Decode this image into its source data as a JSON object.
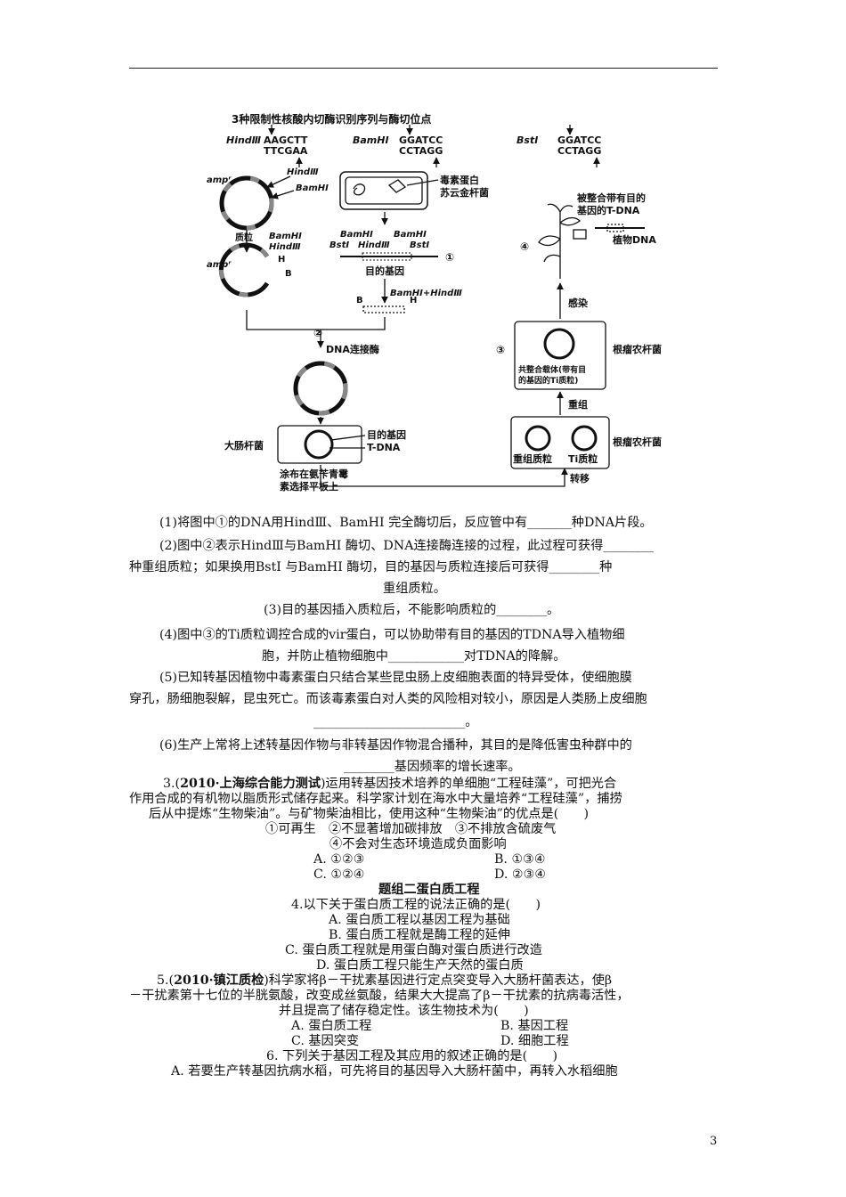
{
  "figure": {
    "title": "3种限制性核酸内切酶识别序列与酶切位点",
    "enzymes": [
      {
        "name": "HindⅢ",
        "top": "AAGCTT",
        "bottom": "TTCGAA"
      },
      {
        "name": "BamHⅠ",
        "top": "GGATCC",
        "bottom": "CCTAGG"
      },
      {
        "name": "BstⅠ",
        "top": "GGATCC",
        "bottom": "CCTAGG"
      }
    ],
    "labels": {
      "amp": "ampʳ",
      "hind3": "HindⅢ",
      "bamh1": "BamHⅠ",
      "bst1": "BstⅠ",
      "plasmid": "质粒",
      "toxin": "毒素蛋白",
      "agro_su": "苏云金杆菌",
      "target_gene": "目的基因",
      "circle1": "①",
      "circle2": "②",
      "circle3": "③",
      "circle4": "④",
      "double_digest": "BamHⅠ+HindⅢ",
      "H": "H",
      "B": "B",
      "ligase": "DNA连接酶",
      "ecoli": "大肠杆菌",
      "tdna": "T-DNA",
      "plate1": "涂布在氨苄青霉",
      "plate2": "素选择平板上",
      "transfer": "转移",
      "recomb_plasmid": "重组质粒",
      "ti_plasmid": "Ti质粒",
      "agrobacterium": "根瘤农杆菌",
      "recombine": "重组",
      "cointegrate1": "共整合载体(带有目",
      "cointegrate2": "的基因的Ti质粒)",
      "infect": "感染",
      "integrated1": "被整合带有目的",
      "integrated2": "基因的T-DNA",
      "plant_dna": "植物DNA"
    }
  },
  "questions": {
    "q1": "(1)将图中①的DNA用HindⅢ、BamHⅠ 完全酶切后，反应管中有_______种DNA片段。",
    "q2a": "(2)图中②表示HindⅢ与BamHⅠ 酶切、DNA连接酶连接的过程，此过程可获得________",
    "q2b": "种重组质粒；如果换用BstⅠ 与BamHⅠ 酶切，目的基因与质粒连接后可获得________种",
    "q2c": "重组质粒。",
    "q3": "(3)目的基因插入质粒后，不能影响质粒的________。",
    "q4a": "(4)图中③的Ti质粒调控合成的vir蛋白，可以协助带有目的基因的TDNA导入植物细",
    "q4b": "胞，并防止植物细胞中____________对TDNA的降解。",
    "q5a": "(5)已知转基因植物中毒素蛋白只结合某些昆虫肠上皮细胞表面的特异受体，使细胞膜",
    "q5b": "穿孔，肠细胞裂解，昆虫死亡。而该毒素蛋白对人类的风险相对较小，原因是人类肠上皮细胞",
    "q5c": "________________________。",
    "q6a": "(6)生产上常将上述转基因作物与非转基因作物混合播种，其目的是降低害虫种群中的",
    "q6b": "________基因频率的增长速率。"
  },
  "q3item": {
    "num": "3.(",
    "src": "2010·上海综合能力测试",
    "l1": ")运用转基因技术培养的单细胞“工程硅藻”，可把光合",
    "l2": "作用合成的有机物以脂质形式储存起来。科学家计划在海水中大量培养“工程硅藻”，捕捞",
    "l3": "后从中提炼“生物柴油”。与矿物柴油相比，使用这种“生物柴油”的优点是(　　)",
    "l4": "①可再生　②不显著增加碳排放　③不排放含硫废气",
    "l5": "④不会对生态环境造成负面影响",
    "A": "A. ①②③",
    "B": "B. ①③④",
    "C": "C. ①②④",
    "D": "D. ②③④"
  },
  "section": "题组二蛋白质工程",
  "q4item": {
    "stem": "4.以下关于蛋白质工程的说法正确的是(　　)",
    "A": "A. 蛋白质工程以基因工程为基础",
    "B": "B. 蛋白质工程就是酶工程的延伸",
    "C": "C. 蛋白质工程就是用蛋白酶对蛋白质进行改造",
    "D": "D. 蛋白质工程只能生产天然的蛋白质"
  },
  "q5item": {
    "num": "5.(",
    "src": "2010·镇江质检",
    "l1": ")科学家将β－干扰素基因进行定点突变导入大肠杆菌表达，使β",
    "l2": "－干扰素第十七位的半胱氨酸，改变成丝氨酸，结果大大提高了β－干扰素的抗病毒活性，",
    "l3": "并且提高了储存稳定性。该生物技术为(　　)",
    "A": "A. 蛋白质工程",
    "B": "B. 基因工程",
    "C": "C. 基因突变",
    "D": "D. 细胞工程"
  },
  "q6item": {
    "stem": "6. 下列关于基因工程及其应用的叙述正确的是(　　)",
    "A": "A. 若要生产转基因抗病水稻，可先将目的基因导入大肠杆菌中，再转入水稻细胞"
  },
  "page_number": "3"
}
